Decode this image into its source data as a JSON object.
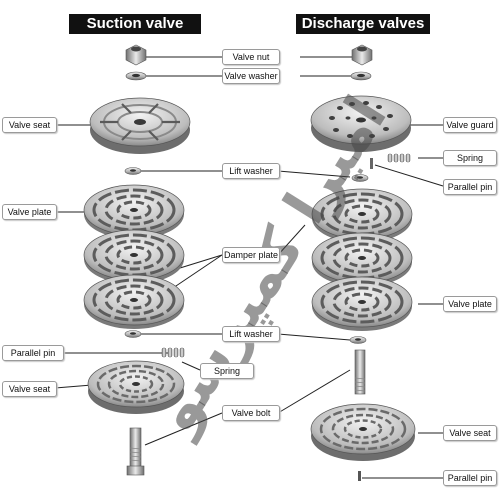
{
  "headers": {
    "suction": "Suction valve",
    "discharge": "Discharge valves"
  },
  "labels": {
    "valve_nut": "Valve nut",
    "valve_washer": "Valve washer",
    "lift_washer_top": "Lift washer",
    "damper_plate": "Damper plate",
    "lift_washer_bottom": "Lift washer",
    "spring_left": "Spring",
    "valve_bolt": "Valve bolt",
    "valve_seat_left_top": "Valve seat",
    "valve_plate_left": "Valve plate",
    "parallel_pin_left": "Parallel pin",
    "valve_seat_left_bottom": "Valve seat",
    "valve_guard": "Valve guard",
    "spring_right": "Spring",
    "parallel_pin_right_top": "Parallel pin",
    "valve_plate_right": "Valve plate",
    "valve_seat_right": "Valve seat",
    "parallel_pin_right_bottom": "Parallel pin"
  },
  "watermark": "امیرا کمپرسو",
  "colors": {
    "header_bg": "#111111",
    "metal_light": "#d9d9d9",
    "metal_mid": "#a6a6a6",
    "metal_dark": "#5e5e5e"
  }
}
